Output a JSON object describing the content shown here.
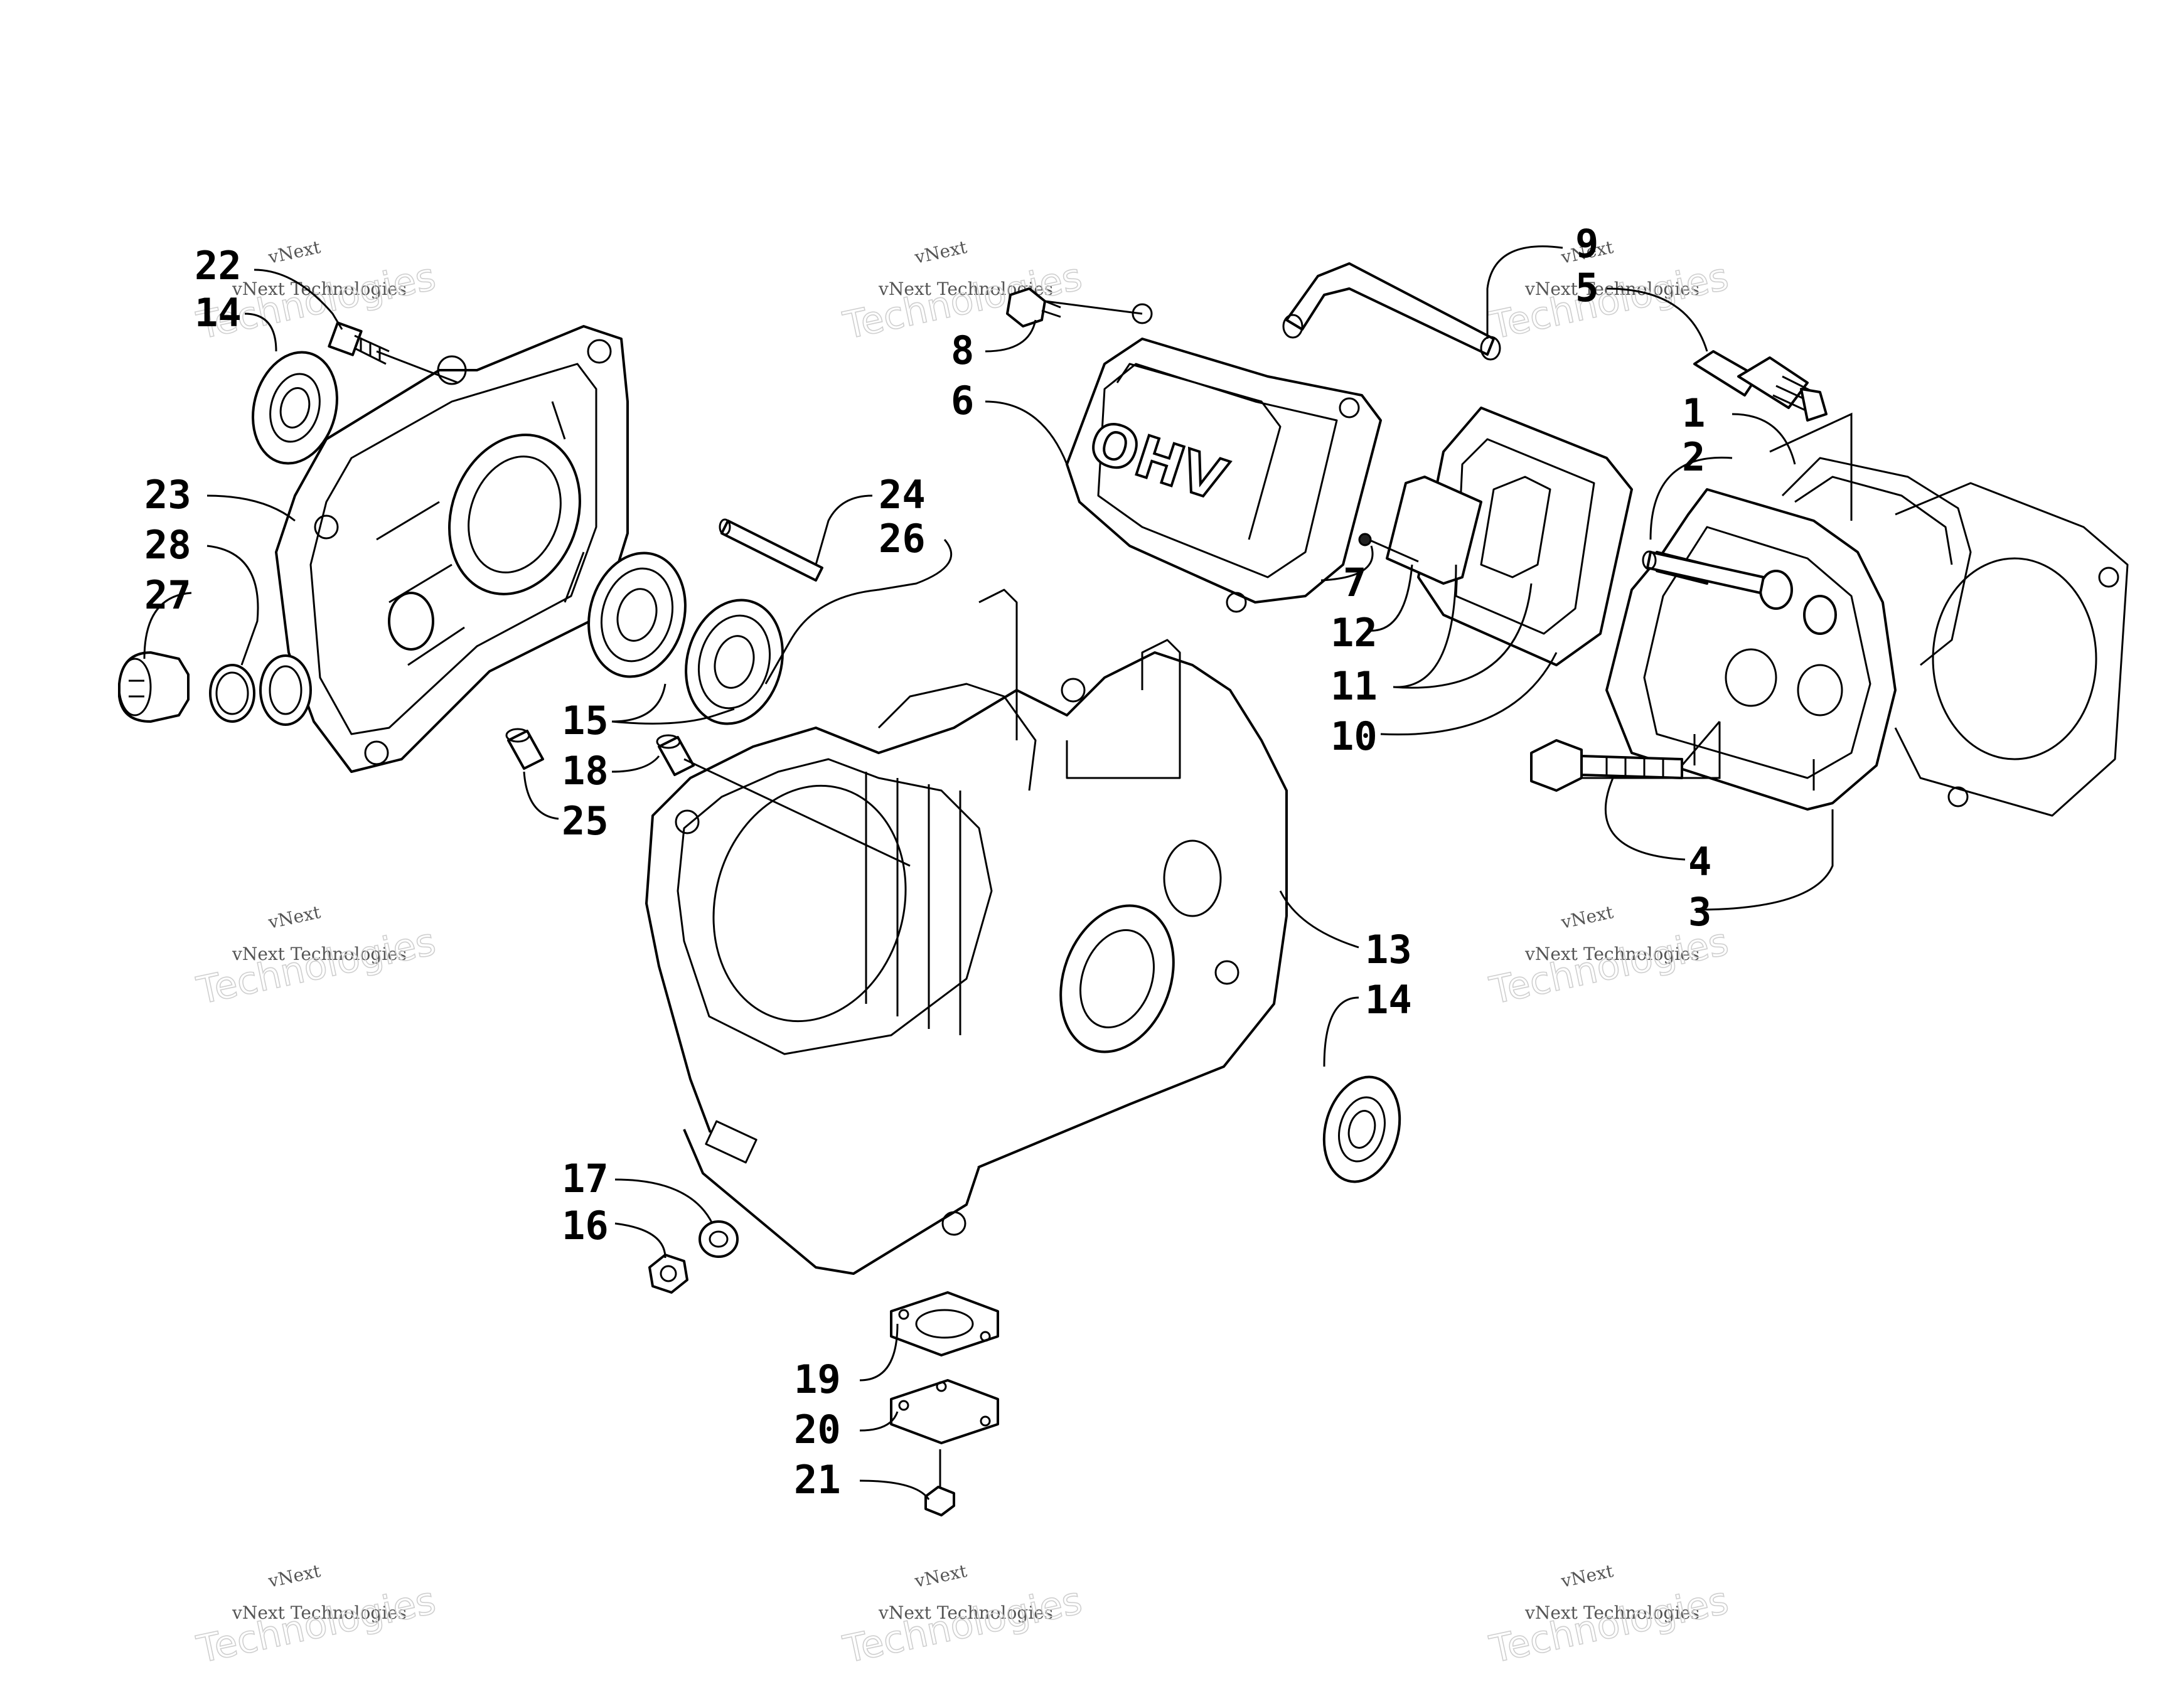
{
  "diagram": {
    "callouts": [
      {
        "id": "c22",
        "text": "22"
      },
      {
        "id": "c14a",
        "text": "14"
      },
      {
        "id": "c23",
        "text": "23"
      },
      {
        "id": "c28",
        "text": "28"
      },
      {
        "id": "c27",
        "text": "27"
      },
      {
        "id": "c24",
        "text": "24"
      },
      {
        "id": "c26",
        "text": "26"
      },
      {
        "id": "c15",
        "text": "15"
      },
      {
        "id": "c18",
        "text": "18"
      },
      {
        "id": "c25",
        "text": "25"
      },
      {
        "id": "c8",
        "text": "8"
      },
      {
        "id": "c6",
        "text": "6"
      },
      {
        "id": "c9",
        "text": "9"
      },
      {
        "id": "c5",
        "text": "5"
      },
      {
        "id": "c1",
        "text": "1"
      },
      {
        "id": "c2",
        "text": "2"
      },
      {
        "id": "c7",
        "text": "7"
      },
      {
        "id": "c12",
        "text": "12"
      },
      {
        "id": "c11",
        "text": "11"
      },
      {
        "id": "c10",
        "text": "10"
      },
      {
        "id": "c4",
        "text": "4"
      },
      {
        "id": "c3",
        "text": "3"
      },
      {
        "id": "c13",
        "text": "13"
      },
      {
        "id": "c14b",
        "text": "14"
      },
      {
        "id": "c17",
        "text": "17"
      },
      {
        "id": "c16",
        "text": "16"
      },
      {
        "id": "c19",
        "text": "19"
      },
      {
        "id": "c20",
        "text": "20"
      },
      {
        "id": "c21",
        "text": "21"
      }
    ],
    "cover_emblem": "OHV",
    "watermark": {
      "line1": "vNext",
      "line2": "vNext Technologies",
      "line3": "Technologies"
    }
  }
}
